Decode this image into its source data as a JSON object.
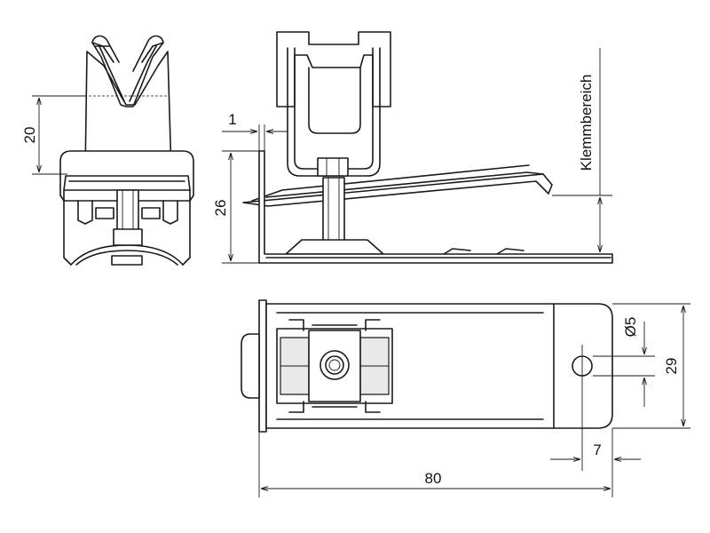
{
  "dimensions": {
    "height_clip": "20",
    "thickness": "1",
    "height_total": "26",
    "clamp_range": "Klemmbereich",
    "hole_diameter": "Ø5",
    "width": "29",
    "hole_offset": "7",
    "length": "80"
  }
}
